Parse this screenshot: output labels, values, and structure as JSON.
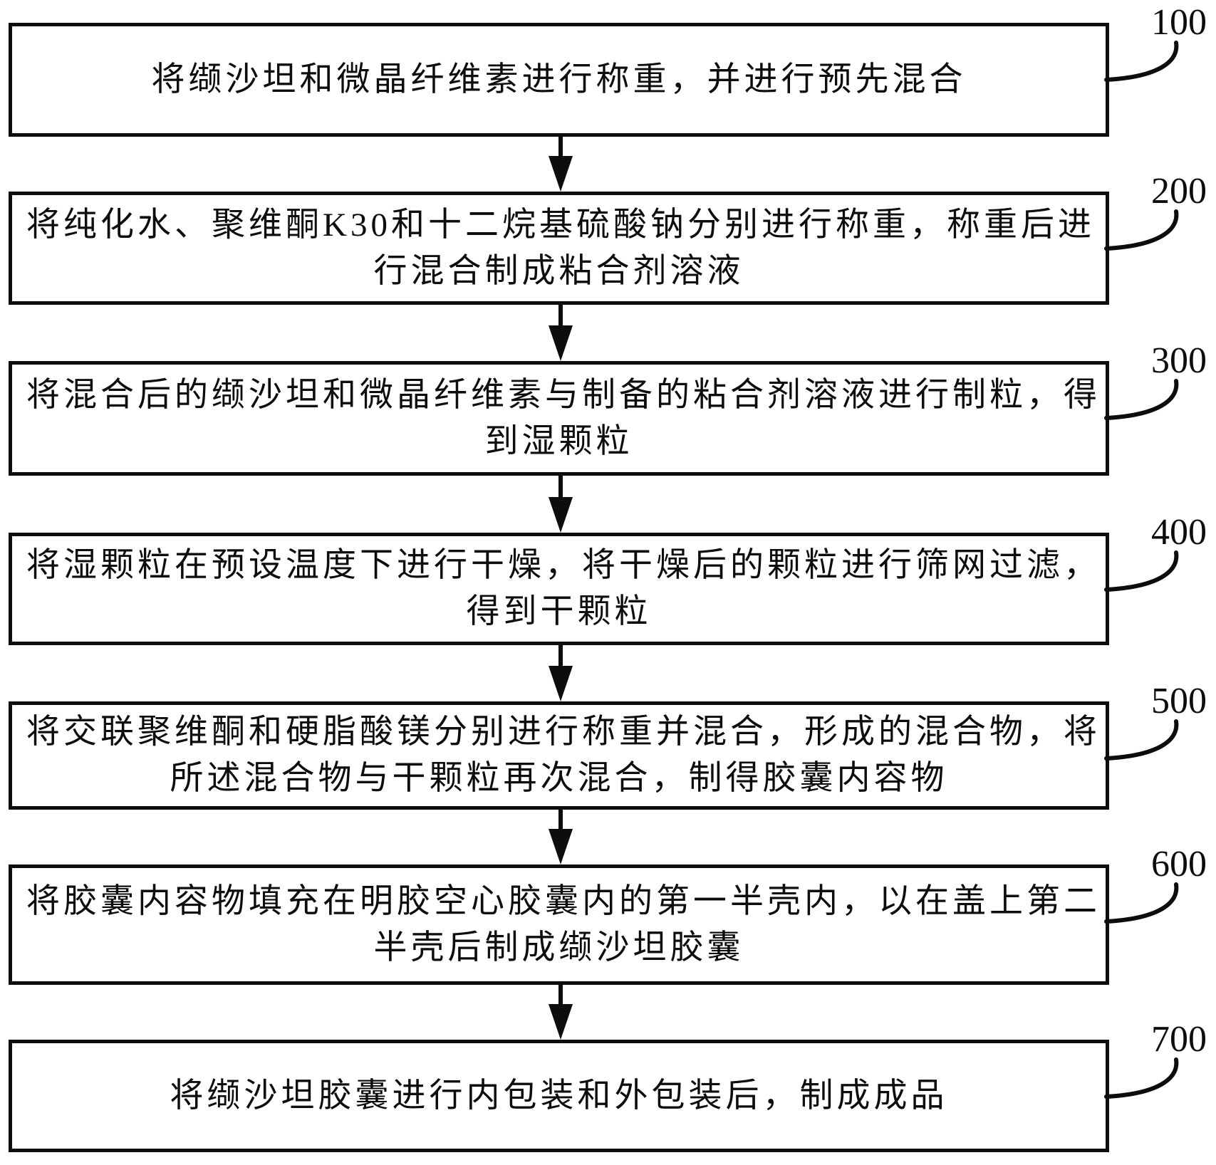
{
  "figure": {
    "type": "flowchart",
    "orientation": "vertical",
    "description": "Patent-style process flow diagram for preparing valsartan capsules"
  },
  "colors": {
    "ink": "#0d0d0d",
    "background": "#ffffff"
  },
  "steps": [
    {
      "label": "100",
      "lines": [
        "将缬沙坦和微晶纤维素进行称重，并进行预先混合"
      ]
    },
    {
      "label": "200",
      "lines": [
        "将纯化水、聚维酮K30和十二烷基硫酸钠分别进行称重，称重后进",
        "行混合制成粘合剂溶液"
      ]
    },
    {
      "label": "300",
      "lines": [
        "将混合后的缬沙坦和微晶纤维素与制备的粘合剂溶液进行制粒，得",
        "到湿颗粒"
      ]
    },
    {
      "label": "400",
      "lines": [
        "将湿颗粒在预设温度下进行干燥，将干燥后的颗粒进行筛网过滤，",
        "得到干颗粒"
      ]
    },
    {
      "label": "500",
      "lines": [
        "将交联聚维酮和硬脂酸镁分别进行称重并混合，形成的混合物，将",
        "所述混合物与干颗粒再次混合，制得胶囊内容物"
      ]
    },
    {
      "label": "600",
      "lines": [
        "将胶囊内容物填充在明胶空心胶囊内的第一半壳内，以在盖上第二",
        "半壳后制成缬沙坦胶囊"
      ]
    },
    {
      "label": "700",
      "lines": [
        "将缬沙坦胶囊进行内包装和外包装后，制成成品"
      ]
    }
  ]
}
